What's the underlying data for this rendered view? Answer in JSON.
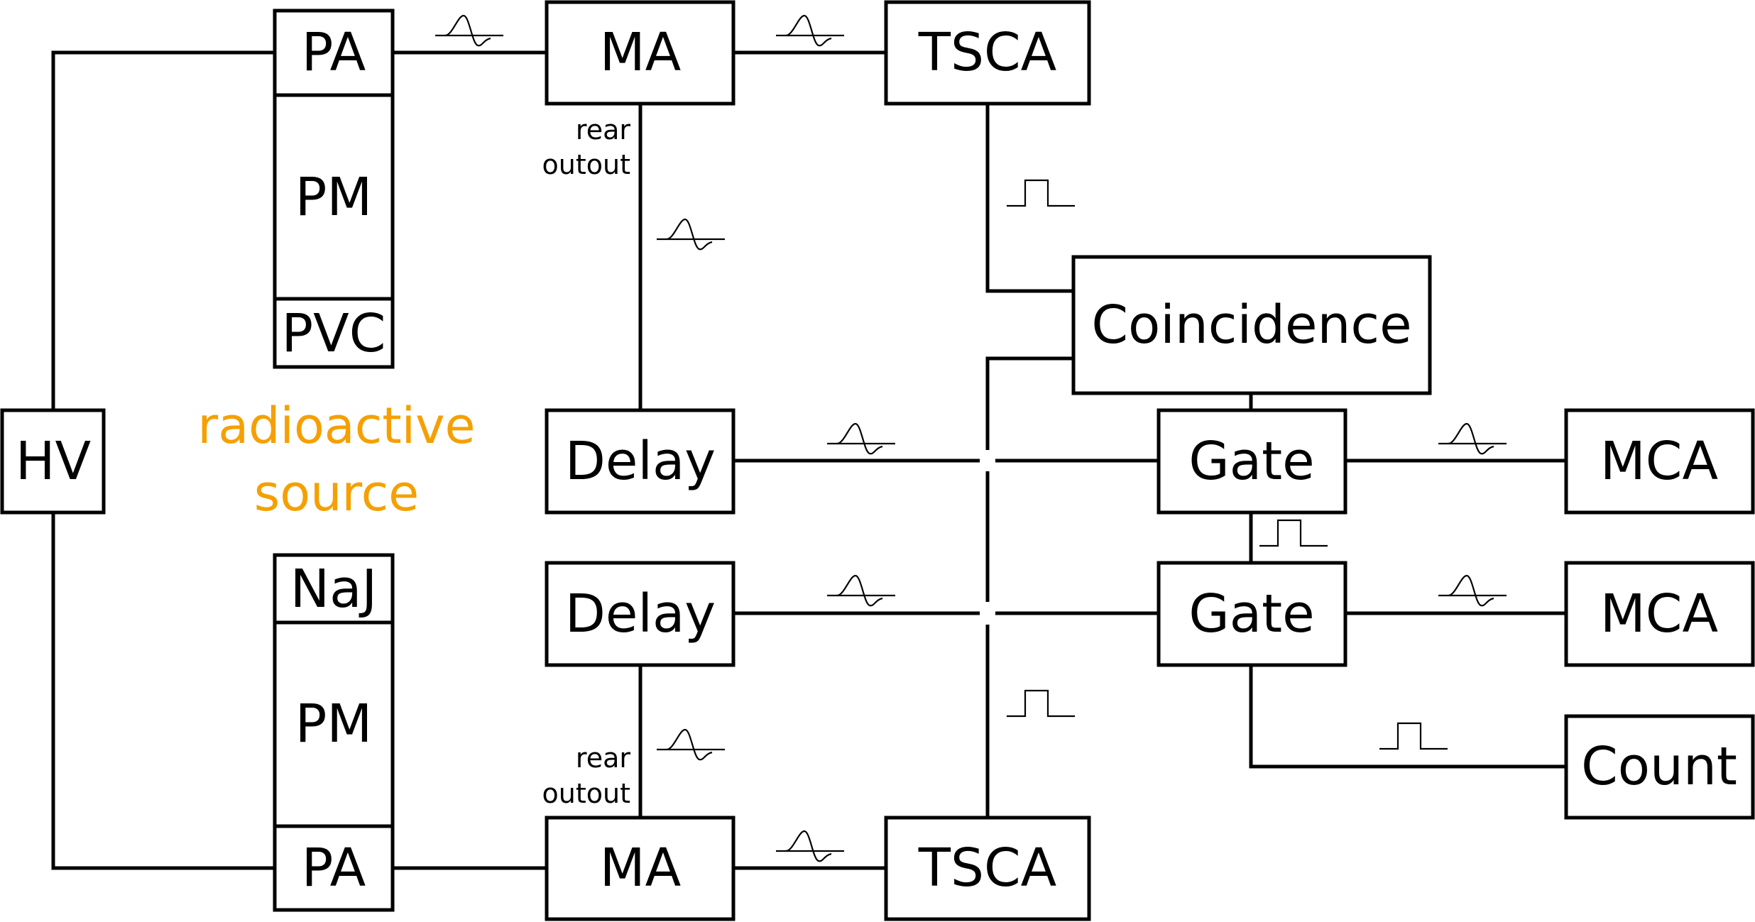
{
  "colors": {
    "line": "#000000",
    "source_text": "#f5a000",
    "background": "#ffffff"
  },
  "icons": {
    "analog_pulse": "bipolar-pulse-icon",
    "logic_pulse": "square-pulse-icon"
  },
  "labels": {
    "hv": "HV",
    "pa_top": "PA",
    "pm_top": "PM",
    "pvc": "PVC",
    "naj": "NaJ",
    "pm_bottom": "PM",
    "pa_bottom": "PA",
    "source_line1": "radioactive",
    "source_line2": "source",
    "ma_top": "MA",
    "ma_bottom": "MA",
    "rear_top_1": "rear",
    "rear_top_2": "outout",
    "rear_bottom_1": "rear",
    "rear_bottom_2": "outout",
    "tsca_top": "TSCA",
    "tsca_bottom": "TSCA",
    "delay_top": "Delay",
    "delay_bottom": "Delay",
    "coincidence": "Coincidence",
    "gate_top": "Gate",
    "gate_bottom": "Gate",
    "mca_top": "MCA",
    "mca_bottom": "MCA",
    "count": "Count"
  }
}
